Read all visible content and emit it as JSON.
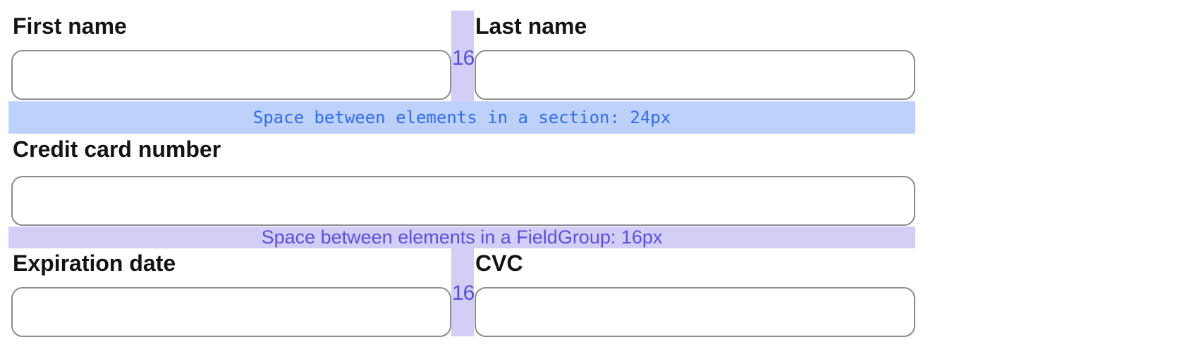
{
  "colors": {
    "section_gap_bg": "#bed1fb",
    "section_gap_text": "#2f6ef2",
    "fieldgroup_gap_bg": "#d2cef5",
    "fieldgroup_gap_text": "#5b50e0",
    "column_gap_bg": "#d2cef5",
    "column_gap_text": "#564fe0",
    "input_border": "#8b8b92",
    "label_text": "#131316"
  },
  "annotations": {
    "section_gap_label": "Space between elements in a section: 24px",
    "fieldgroup_gap_label": "Space between elements in a FieldGroup: 16px",
    "column_gap_value": "16"
  },
  "form": {
    "first_name": {
      "label": "First name"
    },
    "last_name": {
      "label": "Last name"
    },
    "credit_card_number": {
      "label": "Credit card number"
    },
    "expiration_date": {
      "label": "Expiration date"
    },
    "cvc": {
      "label": "CVC"
    }
  }
}
